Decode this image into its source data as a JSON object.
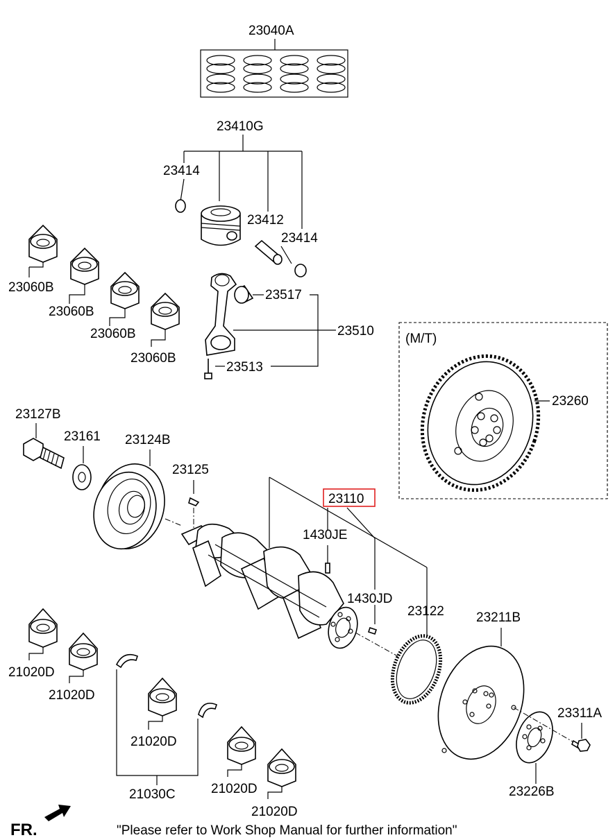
{
  "callouts": [
    {
      "id": "23040A",
      "text": "23040A"
    },
    {
      "id": "23410G",
      "text": "23410G"
    },
    {
      "id": "23414a",
      "text": "23414"
    },
    {
      "id": "23412",
      "text": "23412"
    },
    {
      "id": "23414b",
      "text": "23414"
    },
    {
      "id": "23060B_1",
      "text": "23060B"
    },
    {
      "id": "23060B_2",
      "text": "23060B"
    },
    {
      "id": "23060B_3",
      "text": "23060B"
    },
    {
      "id": "23060B_4",
      "text": "23060B"
    },
    {
      "id": "23517",
      "text": "23517"
    },
    {
      "id": "23510",
      "text": "23510"
    },
    {
      "id": "23513",
      "text": "23513"
    },
    {
      "id": "MT",
      "text": "(M/T)"
    },
    {
      "id": "23260",
      "text": "23260"
    },
    {
      "id": "23127B",
      "text": "23127B"
    },
    {
      "id": "23161",
      "text": "23161"
    },
    {
      "id": "23124B",
      "text": "23124B"
    },
    {
      "id": "23125",
      "text": "23125"
    },
    {
      "id": "23110",
      "text": "23110"
    },
    {
      "id": "1430JE",
      "text": "1430JE"
    },
    {
      "id": "1430JD",
      "text": "1430JD"
    },
    {
      "id": "23122",
      "text": "23122"
    },
    {
      "id": "23211B",
      "text": "23211B"
    },
    {
      "id": "23311A",
      "text": "23311A"
    },
    {
      "id": "23226B",
      "text": "23226B"
    },
    {
      "id": "21020D_1",
      "text": "21020D"
    },
    {
      "id": "21020D_2",
      "text": "21020D"
    },
    {
      "id": "21020D_3",
      "text": "21020D"
    },
    {
      "id": "21020D_4",
      "text": "21020D"
    },
    {
      "id": "21020D_5",
      "text": "21020D"
    },
    {
      "id": "21030C",
      "text": "21030C"
    }
  ],
  "highlight": {
    "part": "23110",
    "color": "#e02020"
  },
  "footer": {
    "front_marker": "FR.",
    "note": "\"Please refer to Work Shop Manual for further information\""
  }
}
